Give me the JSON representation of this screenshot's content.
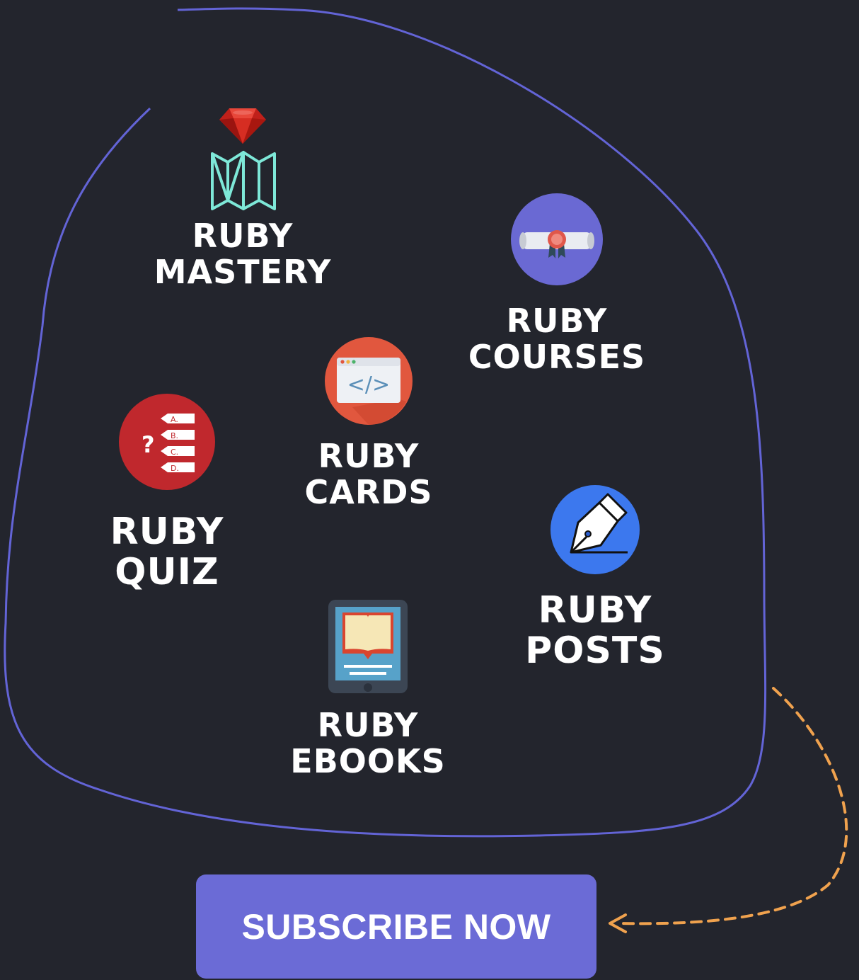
{
  "items": {
    "mastery": {
      "line1": "RUBY",
      "line2": "MASTERY",
      "icon": "ruby-map-icon"
    },
    "courses": {
      "line1": "RUBY",
      "line2": "COURSES",
      "icon": "diploma-icon"
    },
    "cards": {
      "line1": "RUBY",
      "line2": "CARDS",
      "icon": "code-window-icon"
    },
    "quiz": {
      "line1": "RUBY",
      "line2": "QUIZ",
      "icon": "quiz-icon"
    },
    "posts": {
      "line1": "RUBY",
      "line2": "POSTS",
      "icon": "fountain-pen-icon"
    },
    "ebooks": {
      "line1": "RUBY",
      "line2": "EBOOKS",
      "icon": "ebook-tablet-icon"
    }
  },
  "quiz_options": [
    "A.",
    "B.",
    "C.",
    "D."
  ],
  "code_glyph": "</>",
  "subscribe": {
    "label": "SUBSCRIBE NOW"
  },
  "colors": {
    "background": "#23252d",
    "outline": "#6364d6",
    "button": "#6b6bd6",
    "arrow": "#f0a24e",
    "courses_circle": "#6a69d3",
    "cards_circle": "#e1573e",
    "quiz_circle": "#c0282d",
    "posts_circle": "#3c78ee",
    "ebooks_tablet": "#3c4654",
    "mastery_map": "#7ee8d8"
  }
}
